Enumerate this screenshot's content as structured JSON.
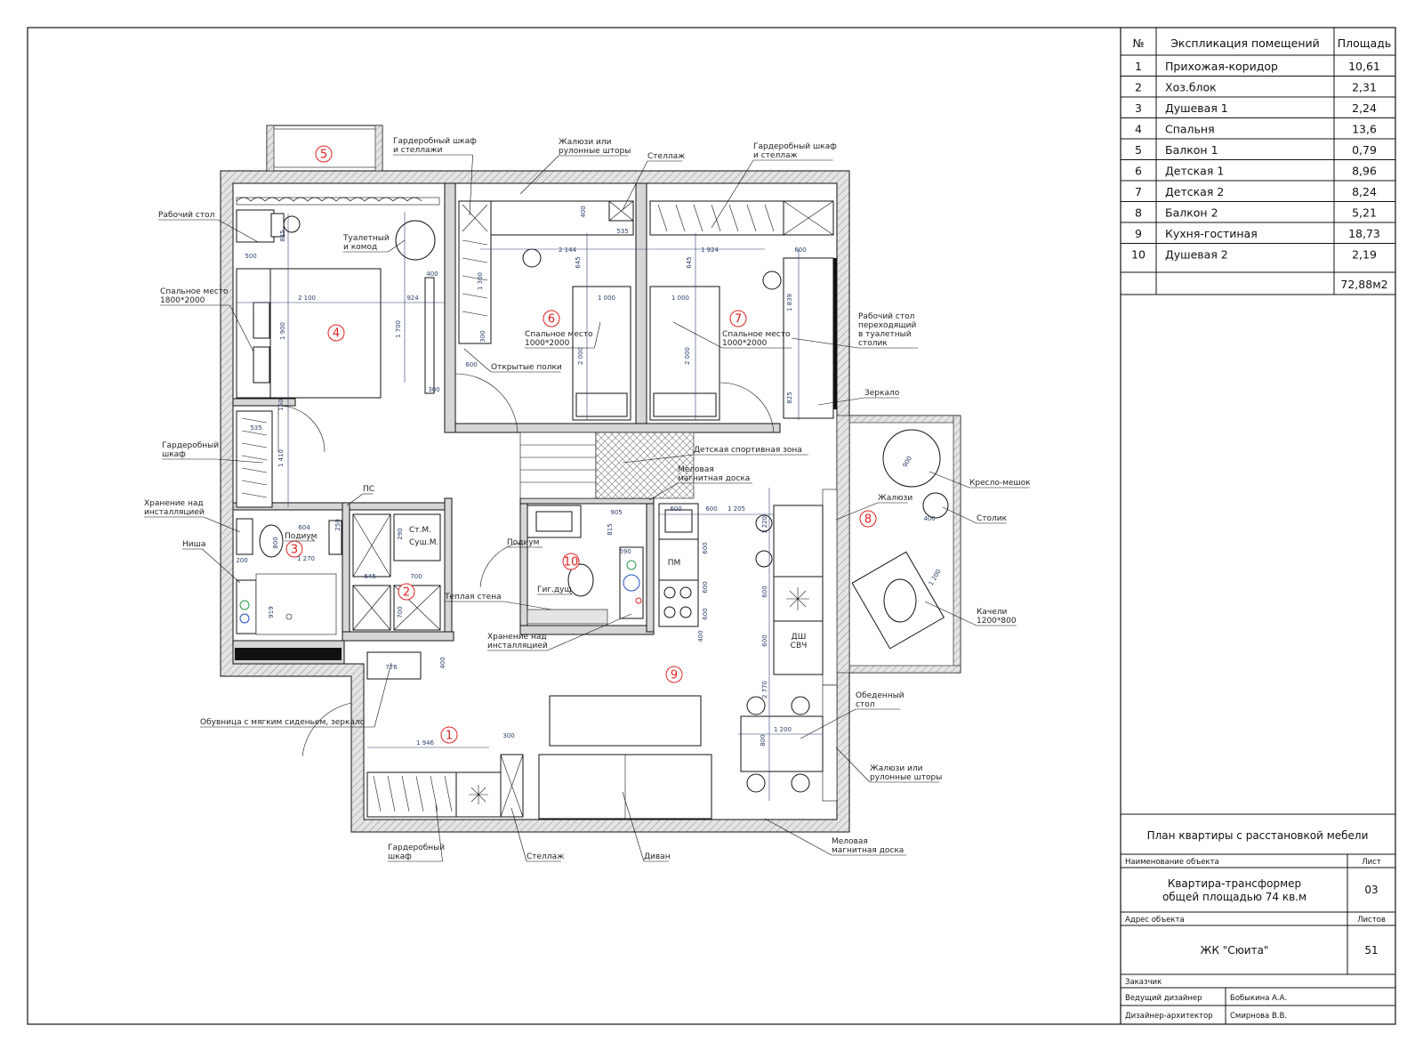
{
  "plan": {
    "room_numbers": [
      "1",
      "2",
      "3",
      "4",
      "5",
      "6",
      "7",
      "8",
      "9",
      "10"
    ],
    "callouts": {
      "work_desk": "Рабочий стол",
      "wardrobe_shelves": "Гардеробный шкаф\nи стеллажи",
      "blinds": "Жалюзи или\nрулонные шторы",
      "rack": "Стеллаж",
      "wardrobe_rack": "Гардеробный шкаф\nи стеллаж",
      "dresser": "Туалетный\nи комод",
      "bed_double": "Спальное место\n1800*2000",
      "bed_single_6": "Спальное место\n1000*2000",
      "bed_single_7": "Спальное место\n1000*2000",
      "open_shelves": "Открытые полки",
      "desk_transforming": "Рабочий стол\nпереходящий\nв туалетный\nстолик",
      "mirror": "Зеркало",
      "wardrobe": "Гардеробный\nшкаф",
      "sport_zone": "Детская спортивная зона",
      "chalk_board": "Меловая\nмагнитная доска",
      "storage_over_install": "Хранение над\nинсталляцией",
      "ps": "ПС",
      "podium_3": "Подиум",
      "niche": "Ниша",
      "washer": "Ст.М.",
      "dryer": "Суш.М.",
      "podium_10": "Подиум",
      "hygiene_shower": "Гиг.душ",
      "warm_wall": "Теплая стена",
      "storage_over_install_2": "Хранение над\nинсталляцией",
      "shoe_bench": "Обувница с мягким сиденьем, зеркало",
      "blinds_8": "Жалюзи",
      "bean_bag": "Кресло-мешок",
      "side_table": "Столик",
      "swing": "Качели\n1200*800",
      "dining_table": "Обеденный\nстол",
      "blinds_kitchen": "Жалюзи или\nрулонные шторы",
      "chalk_board_2": "Меловая\nмагнитная доска",
      "wardrobe_hall": "Гардеробный\nшкаф",
      "rack_hall": "Стеллаж",
      "sofa": "Диван",
      "dishwasher": "ПМ",
      "oven": "ДШ\nСВЧ"
    },
    "dimensions": [
      "2 100",
      "1 900",
      "924",
      "1 700",
      "500",
      "825",
      "400",
      "300",
      "600",
      "1 300",
      "300",
      "2 144",
      "645",
      "535",
      "400",
      "1 000",
      "2 000",
      "1 924",
      "645",
      "1 000",
      "2 000",
      "600",
      "1 839",
      "825",
      "535",
      "1 410",
      "150",
      "604",
      "800",
      "1 270",
      "250",
      "919",
      "200",
      "645",
      "700",
      "290",
      "700",
      "905",
      "815",
      "590",
      "600",
      "1 205",
      "600",
      "600",
      "600",
      "600",
      "400",
      "1 220",
      "600",
      "600",
      "2 770",
      "1 200",
      "800",
      "776",
      "400",
      "1 946",
      "300",
      "900",
      "400",
      "1 200"
    ]
  },
  "explication": {
    "headers": {
      "no": "№",
      "name": "Экспликация помещений",
      "area": "Площадь"
    },
    "rows": [
      {
        "no": "1",
        "name": "Прихожая-коридор",
        "area": "10,61"
      },
      {
        "no": "2",
        "name": "Хоз.блок",
        "area": "2,31"
      },
      {
        "no": "3",
        "name": "Душевая 1",
        "area": "2,24"
      },
      {
        "no": "4",
        "name": "Спальня",
        "area": "13,6"
      },
      {
        "no": "5",
        "name": "Балкон 1",
        "area": "0,79"
      },
      {
        "no": "6",
        "name": "Детская 1",
        "area": "8,96"
      },
      {
        "no": "7",
        "name": "Детская 2",
        "area": "8,24"
      },
      {
        "no": "8",
        "name": "Балкон 2",
        "area": "5,21"
      },
      {
        "no": "9",
        "name": "Кухня-гостиная",
        "area": "18,73"
      },
      {
        "no": "10",
        "name": "Душевая 2",
        "area": "2,19"
      }
    ],
    "total": "72,88м2"
  },
  "stamp": {
    "sheet_title": "План квартиры с расстановкой мебели",
    "object_label": "Наименование объекта",
    "sheet_label": "Лист",
    "object_name": "Квартира-трансформер\nобщей площадью 74 кв.м",
    "sheet_no": "03",
    "address_label": "Адрес объекта",
    "sheets_label": "Листов",
    "address": "ЖК \"Сюита\"",
    "sheets_count": "51",
    "customer_label": "Заказчик",
    "lead_designer_label": "Ведущий дизайнер",
    "lead_designer": "Бобыкина А.А.",
    "architect_label": "Дизайнер-архитектор",
    "architect": "Смирнова В.В."
  }
}
